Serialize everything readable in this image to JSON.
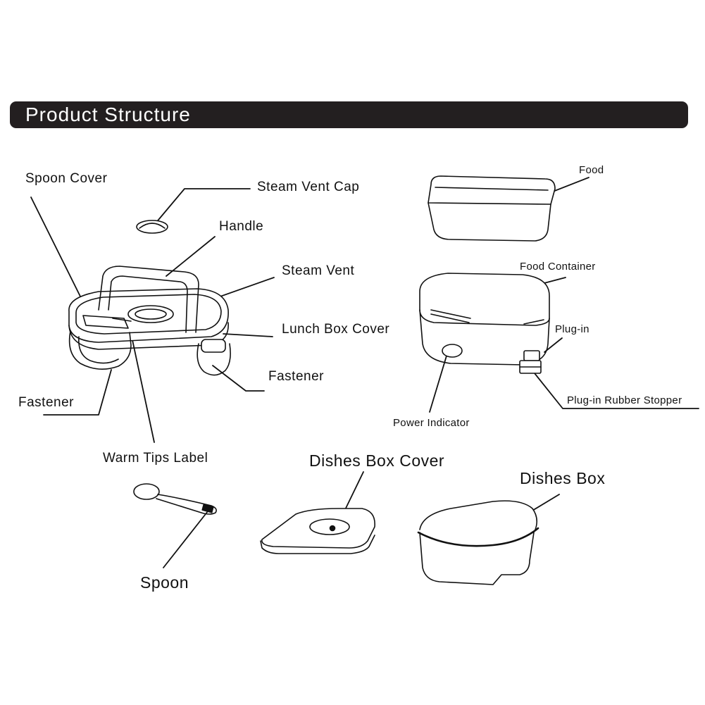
{
  "header": {
    "title": "Product Structure"
  },
  "labels": {
    "spoon_cover": "Spoon Cover",
    "steam_vent_cap": "Steam Vent Cap",
    "handle": "Handle",
    "steam_vent": "Steam Vent",
    "lunch_box_cover": "Lunch Box Cover",
    "fastener_right": "Fastener",
    "fastener_left": "Fastener",
    "warm_tips_label": "Warm Tips Label",
    "food": "Food",
    "food_container": "Food Container",
    "plug_in": "Plug-in",
    "plug_in_rubber_stopper": "Plug-in Rubber Stopper",
    "power_indicator": "Power Indicator",
    "dishes_box_cover": "Dishes Box Cover",
    "dishes_box": "Dishes Box",
    "spoon": "Spoon"
  },
  "colors": {
    "ink": "#111111",
    "bar": "#231f20",
    "bar_text": "#ffffff"
  }
}
